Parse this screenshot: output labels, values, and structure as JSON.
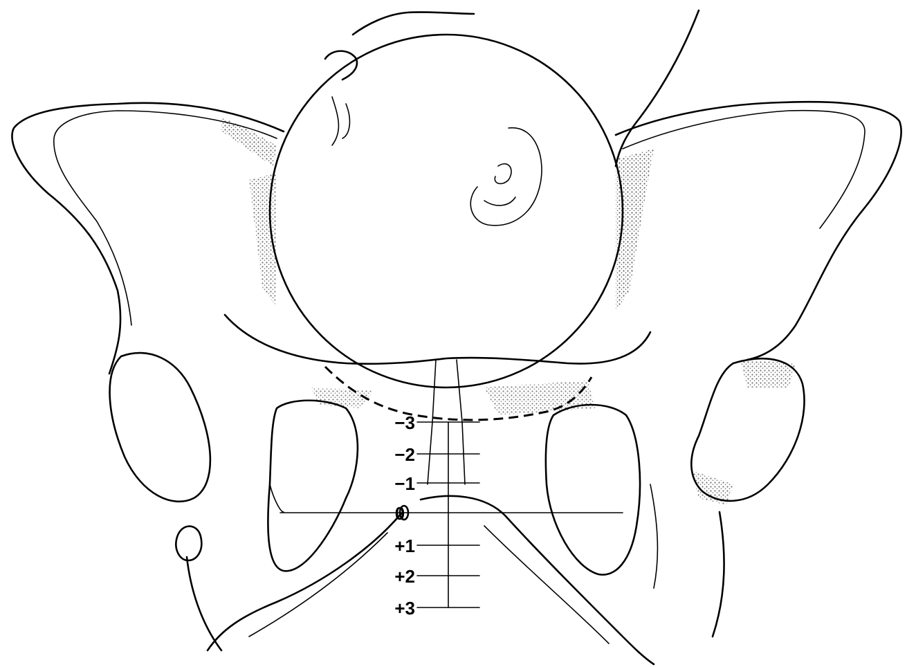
{
  "diagram": {
    "stations": [
      {
        "label": "−3",
        "value": -3
      },
      {
        "label": "−2",
        "value": -2
      },
      {
        "label": "−1",
        "value": -1
      },
      {
        "label": "0",
        "value": 0
      },
      {
        "label": "+1",
        "value": 1
      },
      {
        "label": "+2",
        "value": 2
      },
      {
        "label": "+3",
        "value": 3
      }
    ],
    "colors": {
      "ink": "#000000",
      "background": "#ffffff"
    }
  }
}
